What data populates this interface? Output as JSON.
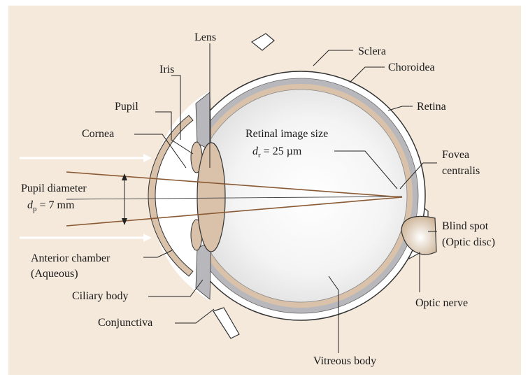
{
  "labels": {
    "lens": "Lens",
    "sclera": "Sclera",
    "iris": "Iris",
    "choroidea": "Choroidea",
    "pupil": "Pupil",
    "retina": "Retina",
    "cornea": "Cornea",
    "retinal_image_size": "Retinal image size",
    "retinal_d": "d",
    "retinal_sub": "r",
    "retinal_value": " = 25 µm",
    "fovea_line1": "Fovea",
    "fovea_line2": "centralis",
    "pupil_diameter": "Pupil diameter",
    "pupil_d": "d",
    "pupil_sub": "p",
    "pupil_value": " = 7 mm",
    "blind_spot_line1": "Blind spot",
    "blind_spot_line2": "(Optic disc)",
    "anterior_line1": "Anterior chamber",
    "anterior_line2": "(Aqueous)",
    "ciliary_body": "Ciliary body",
    "optic_nerve": "Optic nerve",
    "conjunctiva": "Conjunctiva",
    "vitreous_body": "Vitreous body"
  },
  "colors": {
    "background": "#f5e9dc",
    "sclera_fill": "#ffffff",
    "choroid": "#b8b8bc",
    "retina": "#d9c2a9",
    "vitreous": "#eeeeee",
    "ray": "#8a5a34",
    "outline": "#333333",
    "text": "#1a1a1a"
  }
}
